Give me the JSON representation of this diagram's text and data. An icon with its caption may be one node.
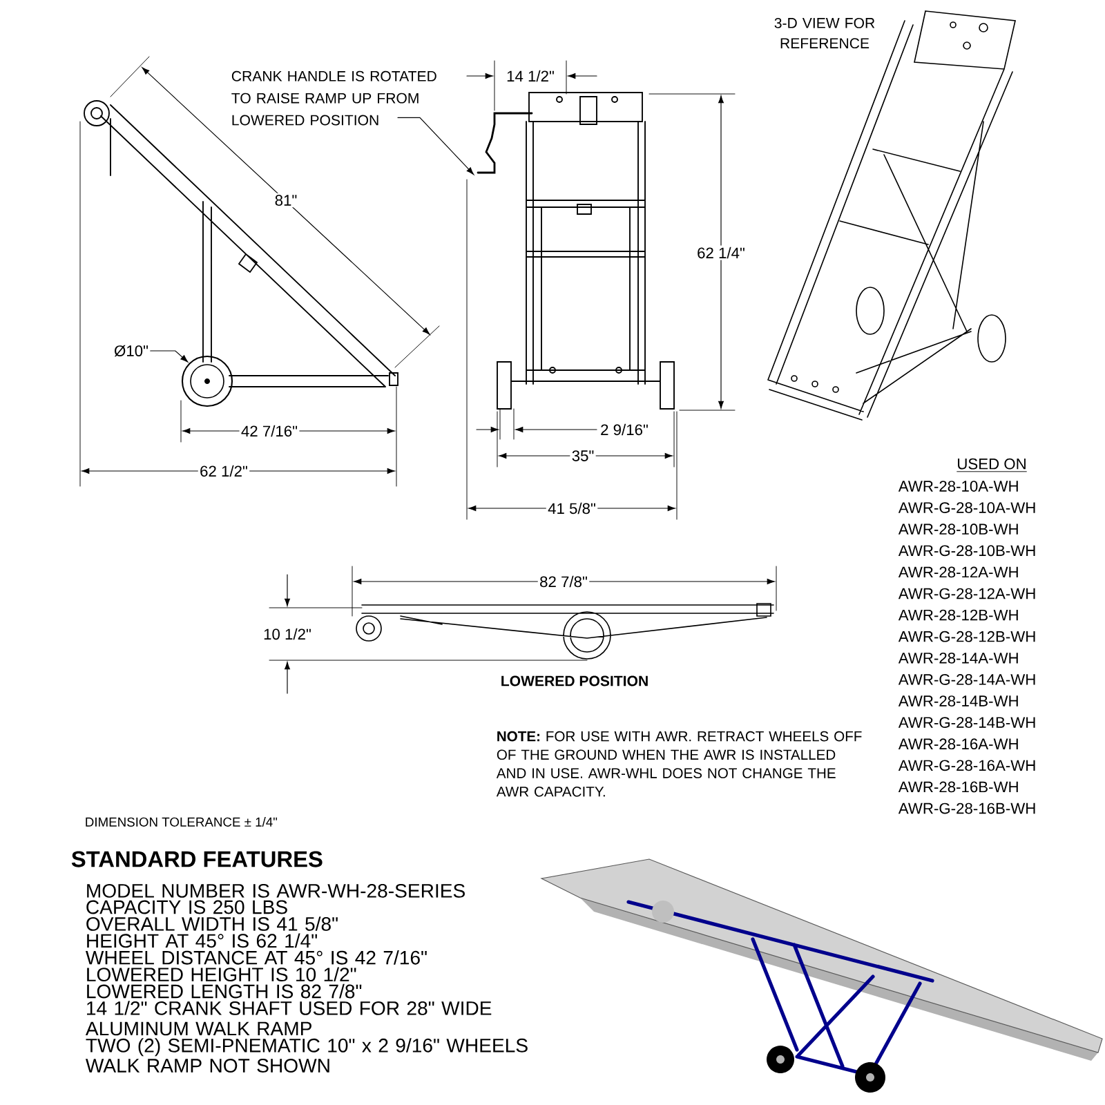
{
  "diagram": {
    "nodes": [
      {
        "text": [
          "CRANK HANDLE IS ROTATED TO RAISE RAMP UP FROM LOWERED POSITION"
        ]
      },
      {
        "text": [],
        "shape": "picture"
      },
      {
        "text": [
          "Ø10\""
        ]
      },
      {
        "text": [],
        "shape": "circle"
      }
    ],
    "edges": [
      {
        "from": 0,
        "to": 1,
        "arrow": "to"
      },
      {
        "from": 2,
        "to": 3,
        "arrow": "to"
      }
    ],
    "labels": [
      "81\"",
      "14 1/2\"",
      "3-D VIEW FOR REFERENCE",
      "62 1/4\"",
      "42 7/16\"",
      "2 9/16\"",
      "35\"",
      "62 1/2\"",
      "41 5/8\"",
      "USED ON",
      "AWR-28-10A-WH",
      "AWR-G-28-10A-WH",
      "AWR-28-10B-WH",
      "AWR-G-28-10B-WH",
      "AWR-28-12A-WH",
      "AWR-G-28-12A-WH",
      "AWR-28-12B-WH",
      "AWR-G-28-12B-WH",
      "AWR-28-14A-WH",
      "AWR-G-28-14A-WH",
      "AWR-28-14B-WH",
      "AWR-G-28-14B-WH",
      "AWR-28-16A-WH",
      "AWR-G-28-16A-WH",
      "AWR-28-16B-WH",
      "AWR-G-28-16B-WH",
      "82 7/8\"",
      "10 1/2\"",
      "LOWERED POSITION",
      "**NOTE:** FOR USE WITH AWR. RETRACT WHEELS OFF OF THE GROUND WHEN THE AWR IS INSTALLED AND IN USE. AWR-WHL DOES NOT CHANGE THE AWR CAPACITY.",
      "DIMENSION TOLERANCE ± 1/4\"",
      "STANDARD FEATURES",
      "MODEL NUMBER IS AWR-WH-28-SERIES",
      "CAPACITY IS 250 LBS",
      "OVERALL WIDTH IS  41 5/8\"",
      "HEIGHT AT 45° IS 62 1/4\"",
      "WHEEL DISTANCE AT 45° IS 42 7/16\"",
      "LOWERED HEIGHT IS 10 1/2\"",
      "LOWERED LENGTH IS 82 7/8\"",
      "14 1/2\" CRANK SHAFT USED FOR 28\" WIDE ALUMINUM WALK RAMP",
      "TWO (2) SEMI-PNEMATIC 10\" x 2 9/16\" WHEELS",
      "WALK RAMP NOT SHOWN"
    ]
  }
}
